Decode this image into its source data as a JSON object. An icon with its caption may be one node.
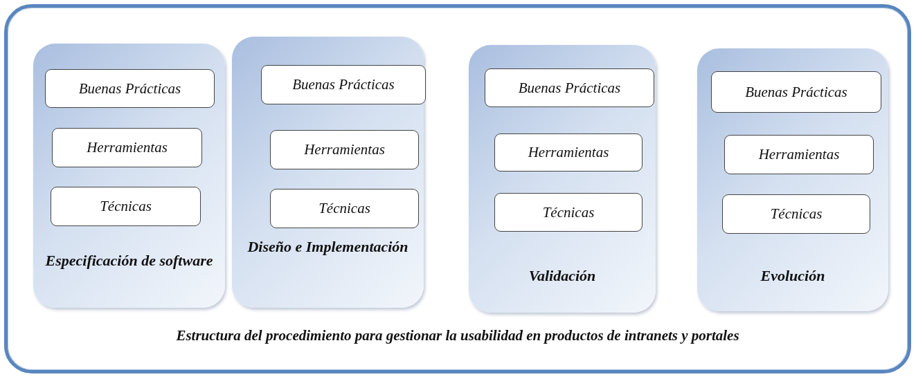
{
  "diagram": {
    "nodes": [
      {
        "text": [
          "Estructura del procedimiento para gestionar la usabilidad en productos de intranets y portales"
        ]
      },
      {
        "text": [
          "Especificación de software"
        ],
        "in": 0
      },
      {
        "text": [
          "Buenas Prácticas"
        ],
        "in": 1
      },
      {
        "text": [
          "Herramientas"
        ],
        "in": 1
      },
      {
        "text": [
          "Técnicas"
        ],
        "in": 1
      },
      {
        "text": [
          "Diseño e Implementación"
        ],
        "in": 0
      },
      {
        "text": [
          "Buenas Prácticas"
        ],
        "in": 5
      },
      {
        "text": [
          "Herramientas"
        ],
        "in": 5
      },
      {
        "text": [
          "Técnicas"
        ],
        "in": 5
      },
      {
        "text": [
          "Validación"
        ],
        "in": 0
      },
      {
        "text": [
          "Buenas Prácticas"
        ],
        "in": 9
      },
      {
        "text": [
          "Herramientas"
        ],
        "in": 9
      },
      {
        "text": [
          "Técnicas"
        ],
        "in": 9
      },
      {
        "text": [
          "Evolución"
        ],
        "in": 0
      },
      {
        "text": [
          "Buenas Prácticas"
        ],
        "in": 13
      },
      {
        "text": [
          "Herramientas"
        ],
        "in": 13
      },
      {
        "text": [
          "Técnicas"
        ],
        "in": 13
      }
    ],
    "edges": []
  }
}
